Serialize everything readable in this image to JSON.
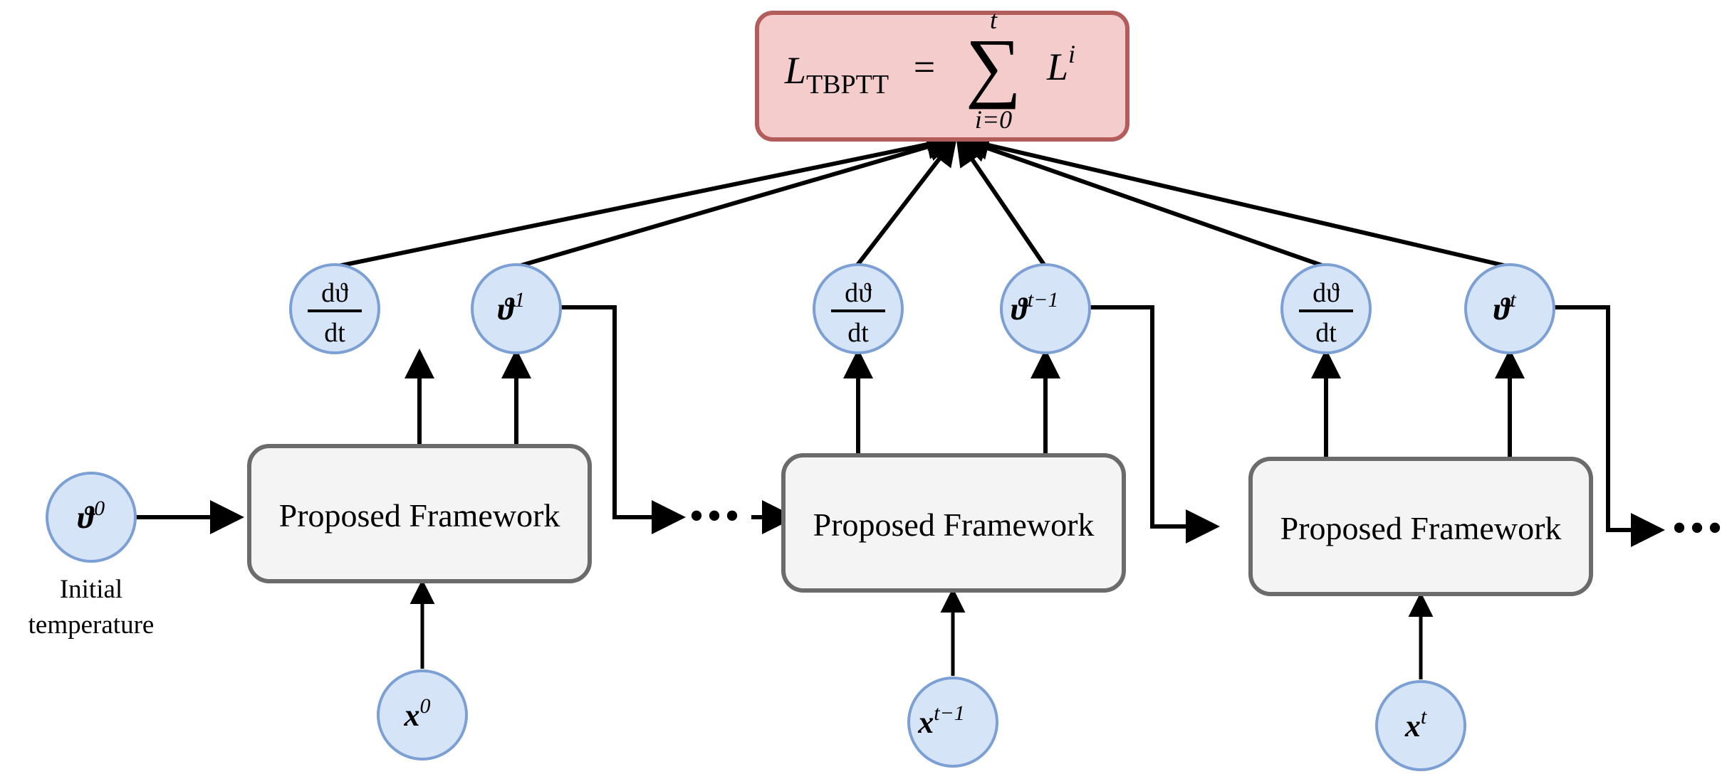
{
  "diagram": {
    "title": "TBPTT training schematic of the Proposed Framework",
    "background_color": "#ffffff"
  },
  "colors": {
    "node_fill": "#d6e4f7",
    "node_stroke": "#7c9fd4",
    "box_fill": "#f4f4f4",
    "box_stroke": "#6b6b6b",
    "loss_fill": "#f5cccc",
    "loss_stroke": "#b35c5c",
    "edge": "#000000"
  },
  "loss": {
    "lhs": "L",
    "lhs_sub": "TBPTT",
    "equals": "=",
    "sum_symbol": "∑",
    "sum_upper": "t",
    "sum_lower": "i=0",
    "term": "L",
    "term_sup": "i",
    "full_text": "L_TBPTT = sum_{i=0}^{t} L^i"
  },
  "derivative_nodes": [
    {
      "id": "dtheta-dt-0",
      "numerator": "dϑ",
      "denominator": "dt"
    },
    {
      "id": "dtheta-dt-1",
      "numerator": "dϑ",
      "denominator": "dt"
    },
    {
      "id": "dtheta-dt-2",
      "numerator": "dϑ",
      "denominator": "dt"
    }
  ],
  "state_nodes": [
    {
      "id": "theta-0",
      "symbol": "ϑ",
      "superscript": "0",
      "caption_line1": "Initial",
      "caption_line2": "temperature"
    },
    {
      "id": "theta-1",
      "symbol": "ϑ",
      "superscript": "1",
      "caption_line1": "",
      "caption_line2": ""
    },
    {
      "id": "theta-t-1",
      "symbol": "ϑ",
      "superscript": "t−1",
      "caption_line1": "",
      "caption_line2": ""
    },
    {
      "id": "theta-t",
      "symbol": "ϑ",
      "superscript": "t",
      "caption_line1": "",
      "caption_line2": ""
    }
  ],
  "input_nodes": [
    {
      "id": "x-0",
      "symbol": "x",
      "superscript": "0"
    },
    {
      "id": "x-t-1",
      "symbol": "x",
      "superscript": "t−1"
    },
    {
      "id": "x-t",
      "symbol": "x",
      "superscript": "t"
    }
  ],
  "framework_boxes": [
    {
      "id": "framework-0",
      "label": "Proposed Framework"
    },
    {
      "id": "framework-1",
      "label": "Proposed Framework"
    },
    {
      "id": "framework-2",
      "label": "Proposed Framework"
    }
  ],
  "ellipses": [
    {
      "id": "ellipsis-middle",
      "text": "•••"
    },
    {
      "id": "ellipsis-right",
      "text": "•••"
    }
  ]
}
